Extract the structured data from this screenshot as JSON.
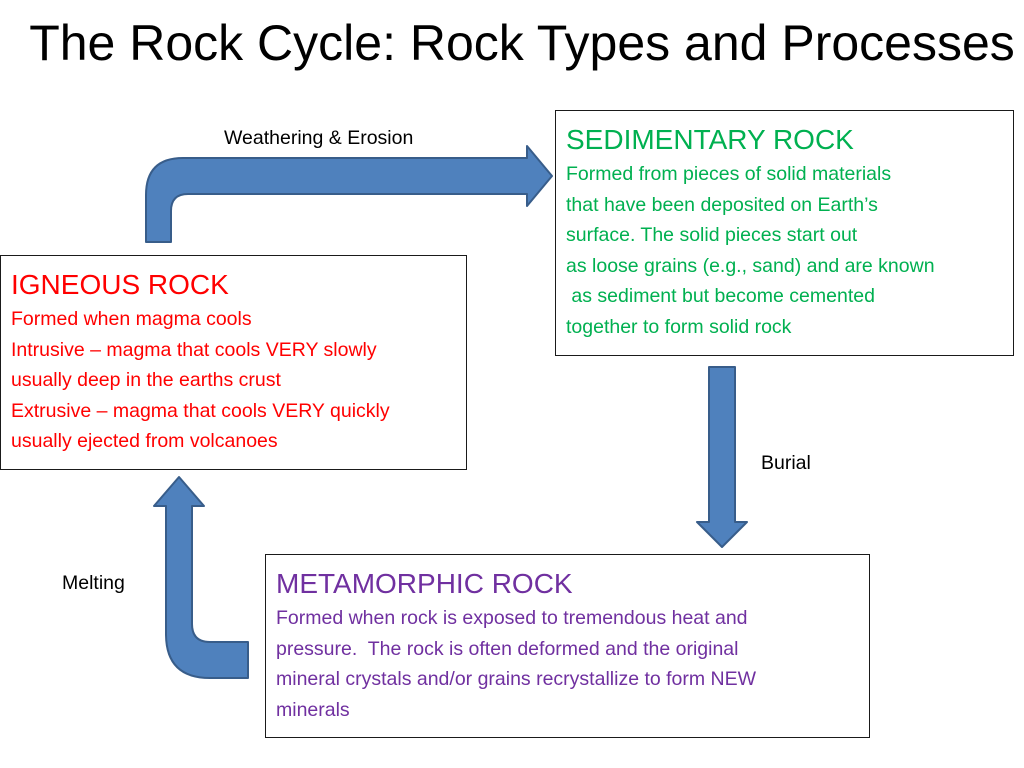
{
  "title": "The Rock Cycle: Rock Types and Processes",
  "colors": {
    "sedimentary": "#00b050",
    "igneous": "#ff0000",
    "metamorphic": "#7030a0",
    "arrow_fill": "#4f81bd",
    "arrow_stroke": "#385d8a"
  },
  "sedimentary": {
    "heading": "SEDIMENTARY ROCK",
    "lines": [
      "Formed from pieces of solid materials",
      "that have been deposited on Earth’s",
      "surface. The solid pieces start out",
      "as loose grains (e.g., sand) and are known",
      " as sediment but become cemented",
      "together to form solid rock"
    ]
  },
  "igneous": {
    "heading": "IGNEOUS ROCK",
    "lines": [
      "Formed when magma cools",
      "Intrusive – magma that cools VERY slowly",
      "usually deep in the earths crust",
      "Extrusive – magma that cools VERY quickly",
      "usually ejected from volcanoes"
    ]
  },
  "metamorphic": {
    "heading": "METAMORPHIC ROCK",
    "lines": [
      "Formed when rock is exposed to tremendous heat and",
      "pressure.  The rock is often deformed and the original",
      "mineral crystals and/or grains recrystallize to form NEW",
      "minerals"
    ]
  },
  "processes": {
    "weathering": "Weathering & Erosion",
    "burial": "Burial",
    "melting": "Melting"
  }
}
